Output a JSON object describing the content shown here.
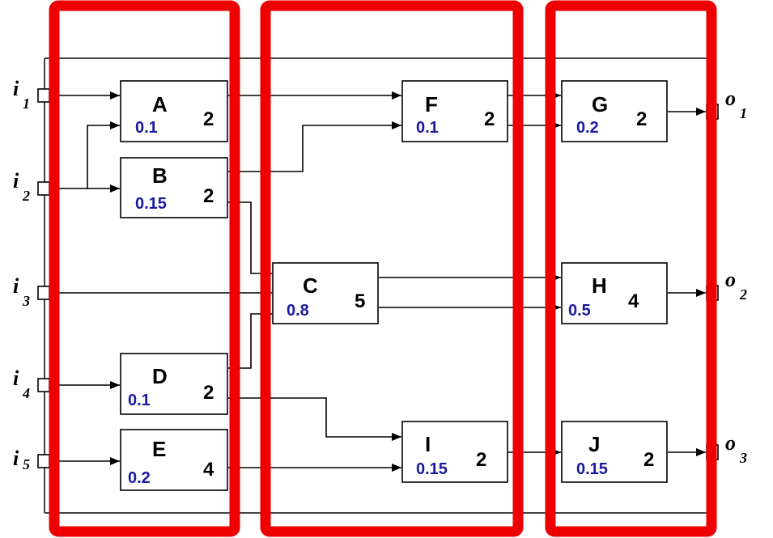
{
  "inputs": [
    {
      "id": "in1",
      "main": "i",
      "sub": "1"
    },
    {
      "id": "in2",
      "main": "i",
      "sub": "2"
    },
    {
      "id": "in3",
      "main": "i",
      "sub": "3"
    },
    {
      "id": "in4",
      "main": "i",
      "sub": "4"
    },
    {
      "id": "in5",
      "main": "i",
      "sub": "5"
    }
  ],
  "outputs": [
    {
      "id": "out1",
      "main": "o",
      "sub": "1"
    },
    {
      "id": "out2",
      "main": "o",
      "sub": "2"
    },
    {
      "id": "out3",
      "main": "o",
      "sub": "3"
    }
  ],
  "nodes": [
    {
      "id": "A",
      "name": "A",
      "prob": "0.1",
      "weight": "2"
    },
    {
      "id": "B",
      "name": "B",
      "prob": "0.15",
      "weight": "2"
    },
    {
      "id": "C",
      "name": "C",
      "prob": "0.8",
      "weight": "5"
    },
    {
      "id": "D",
      "name": "D",
      "prob": "0.1",
      "weight": "2"
    },
    {
      "id": "E",
      "name": "E",
      "prob": "0.2",
      "weight": "4"
    },
    {
      "id": "F",
      "name": "F",
      "prob": "0.1",
      "weight": "2"
    },
    {
      "id": "G",
      "name": "G",
      "prob": "0.2",
      "weight": "2"
    },
    {
      "id": "H",
      "name": "H",
      "prob": "0.5",
      "weight": "4"
    },
    {
      "id": "I",
      "name": "I",
      "prob": "0.15",
      "weight": "2"
    },
    {
      "id": "J",
      "name": "J",
      "prob": "0.15",
      "weight": "2"
    }
  ],
  "colors": {
    "group_border": "#ee0000",
    "probability_text": "#1a1aa0",
    "line": "#000000"
  }
}
